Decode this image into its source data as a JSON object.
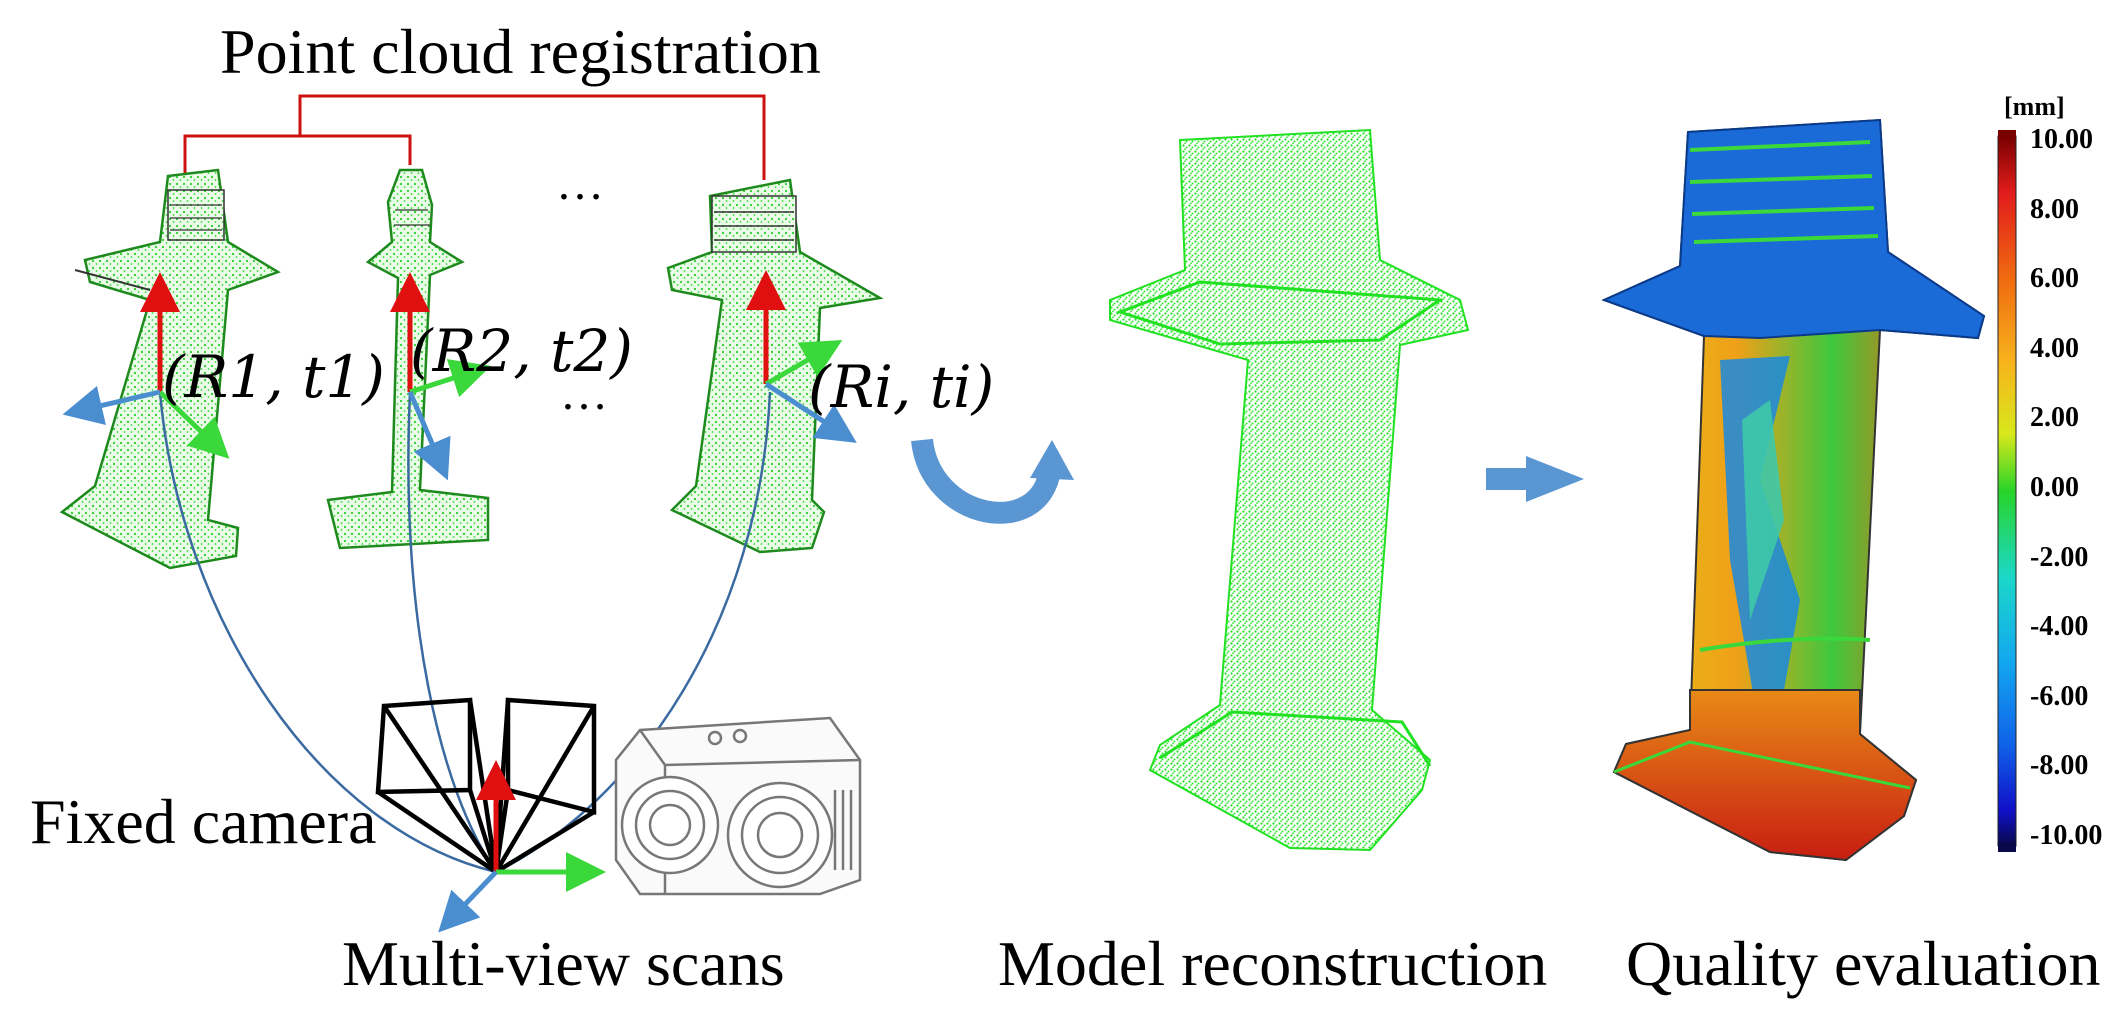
{
  "captions": {
    "registration": "Point cloud registration",
    "fixed_camera": "Fixed camera",
    "multi_view": "Multi-view scans",
    "model_reconstruction": "Model reconstruction",
    "quality_evaluation": "Quality evaluation"
  },
  "poses": {
    "pose_1": "(R1, t1)",
    "pose_2": "(R2, t2)",
    "pose_i": "(Ri, ti)"
  },
  "ellipsis": "…",
  "colorbar": {
    "unit": "[mm]",
    "ticks": [
      "10.00",
      "8.00",
      "6.00",
      "4.00",
      "2.00",
      "0.00",
      "-2.00",
      "-4.00",
      "-6.00",
      "-8.00",
      "-10.00"
    ],
    "gradient": [
      "#7a0000",
      "#e21c1c",
      "#f06a10",
      "#f7b41c",
      "#d8e81c",
      "#28d428",
      "#1cd8c8",
      "#12a8f0",
      "#1060e8",
      "#1010c8",
      "#08084a"
    ]
  },
  "colors": {
    "registration_link": "#cc1111",
    "axis_red": "#e01010",
    "axis_green": "#3ad83a",
    "axis_blue": "#4a8ed0",
    "point_cloud": "#22e022",
    "flow_arrow": "#5a96d2",
    "ray_line": "#3a6aa0"
  }
}
